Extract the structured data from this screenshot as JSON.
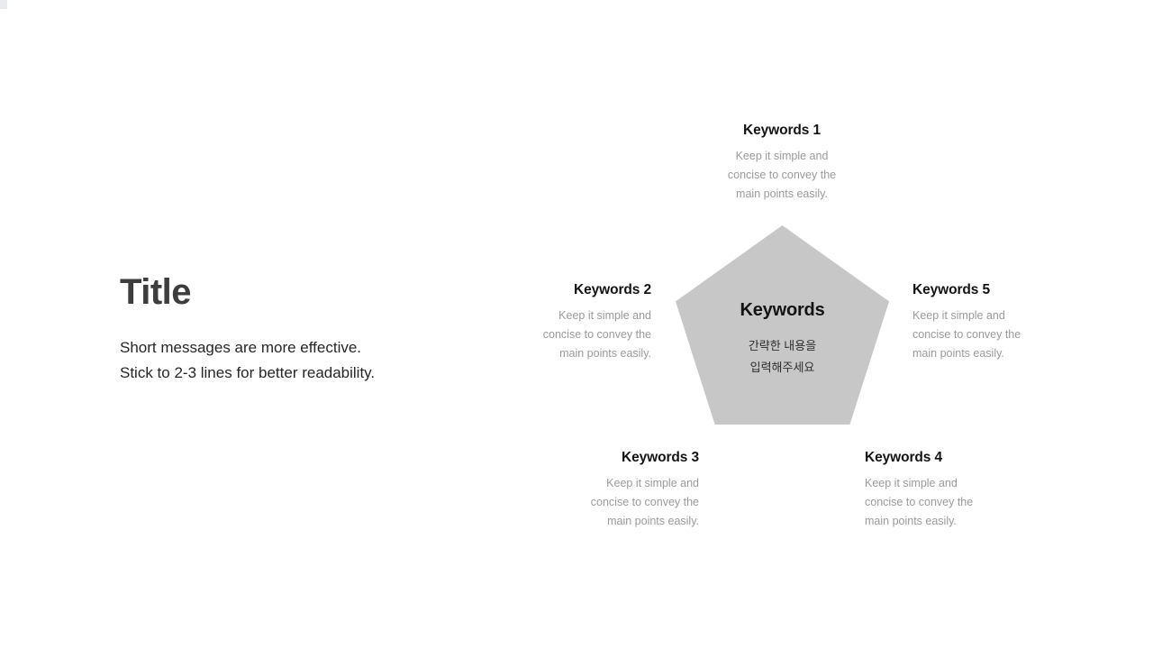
{
  "slide": {
    "title": "Title",
    "subtitle": [
      "Short messages are more effective.",
      "Stick to 2-3 lines for better readability."
    ]
  },
  "diagram": {
    "pentagon_color": "#c7c7c7",
    "center": {
      "title": "Keywords",
      "lines": [
        "간략한 내용을",
        "입력해주세요"
      ]
    },
    "items": [
      {
        "label": "Keywords 1",
        "desc": [
          "Keep it simple and",
          "concise to convey the",
          "main points easily."
        ]
      },
      {
        "label": "Keywords 2",
        "desc": [
          "Keep it simple and",
          "concise to convey the",
          "main points easily."
        ]
      },
      {
        "label": "Keywords 3",
        "desc": [
          "Keep it simple and",
          "concise to convey the",
          "main points easily."
        ]
      },
      {
        "label": "Keywords 4",
        "desc": [
          "Keep it simple and",
          "concise to convey the",
          "main points easily."
        ]
      },
      {
        "label": "Keywords 5",
        "desc": [
          "Keep it simple and",
          "concise to convey the",
          "main points easily."
        ]
      }
    ]
  }
}
